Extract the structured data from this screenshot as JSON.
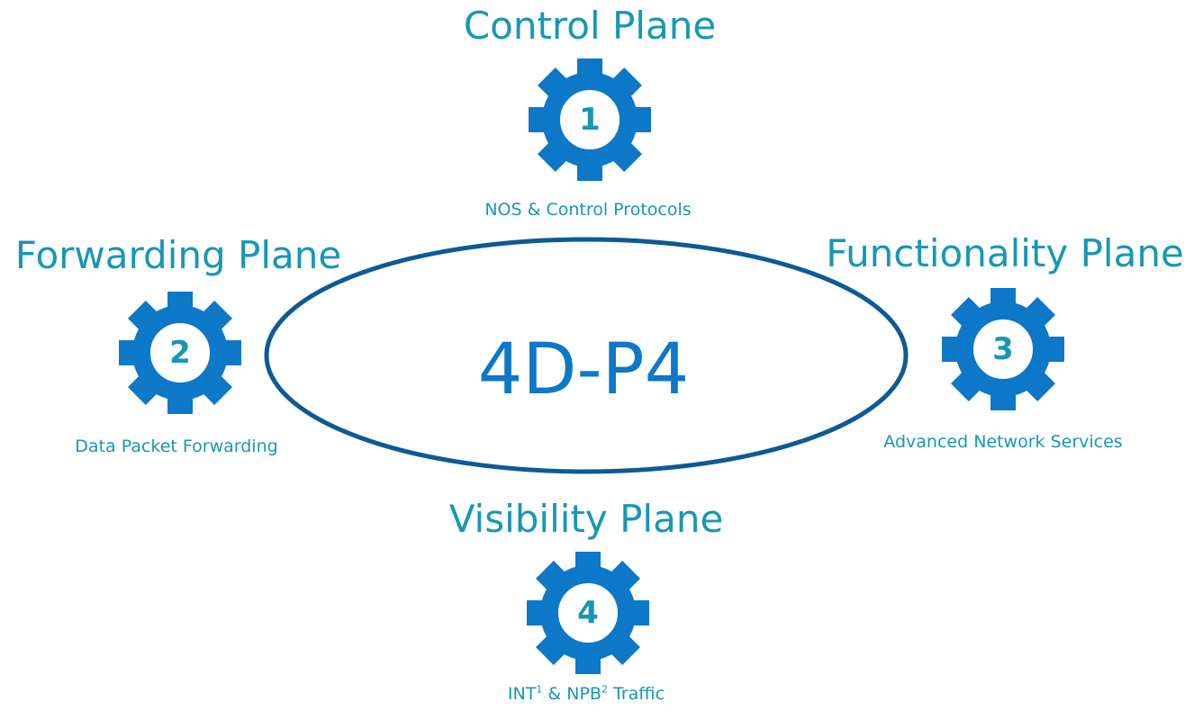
{
  "center": {
    "label": "4D-P4"
  },
  "planes": {
    "control": {
      "title": "Control Plane",
      "number": "1",
      "subtitle": "NOS & Control Protocols"
    },
    "forwarding": {
      "title": "Forwarding Plane",
      "number": "2",
      "subtitle": "Data Packet Forwarding"
    },
    "functionality": {
      "title": "Functionality Plane",
      "number": "3",
      "subtitle": "Advanced Network Services"
    },
    "visibility": {
      "title": "Visibility Plane",
      "number": "4",
      "subtitle_parts": {
        "int": "INT",
        "sup1": "1",
        "amp": " & NPB",
        "sup2": "2",
        "rest": " Traffic"
      }
    }
  },
  "colors": {
    "title_text": "#1797b5",
    "gear_fill": "#0d78c8",
    "ellipse_stroke": "#0d5a96",
    "center_text": "#0d78c8"
  },
  "icons": {
    "gear": "gear-icon"
  }
}
